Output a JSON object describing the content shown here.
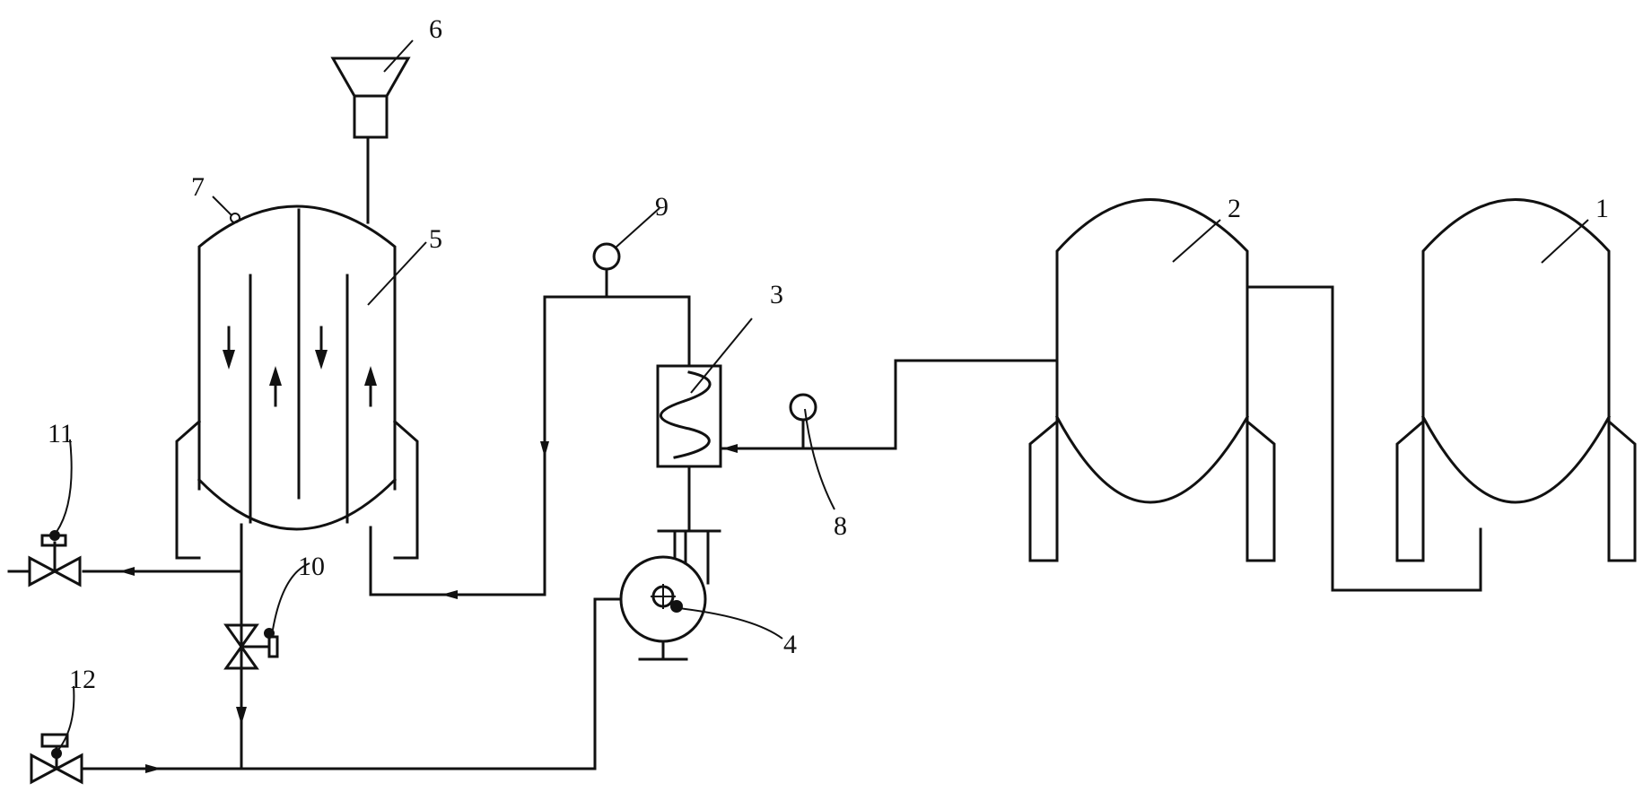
{
  "diagram": {
    "components": [
      {
        "id": "tank-1",
        "label": "1"
      },
      {
        "id": "tank-2",
        "label": "2"
      },
      {
        "id": "heat-exchanger",
        "label": "3"
      },
      {
        "id": "pump",
        "label": "4"
      },
      {
        "id": "reaction-vessel",
        "label": "5"
      },
      {
        "id": "feed-hopper",
        "label": "6"
      },
      {
        "id": "vent-nozzle",
        "label": "7"
      },
      {
        "id": "inlet-pressure-gauge",
        "label": "8"
      },
      {
        "id": "outlet-pressure-gauge",
        "label": "9"
      },
      {
        "id": "bottom-valve",
        "label": "10"
      },
      {
        "id": "discharge-valve",
        "label": "11"
      },
      {
        "id": "feed-inlet-valve",
        "label": "12"
      }
    ],
    "colors": {
      "line": "#111111",
      "background": "#ffffff"
    }
  }
}
